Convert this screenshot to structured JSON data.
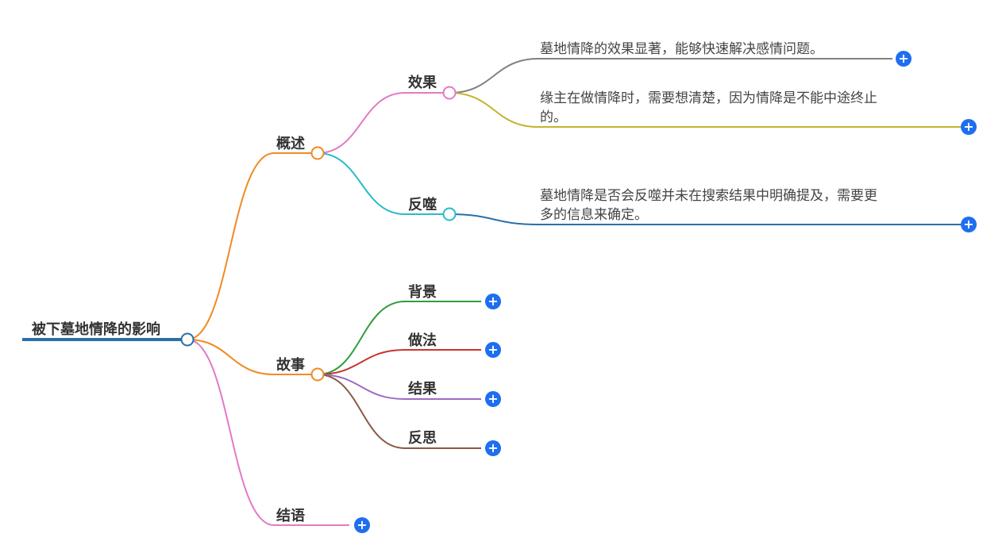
{
  "root": {
    "label": "被下墓地情降的影响"
  },
  "branches": {
    "overview": {
      "label": "概述",
      "children": {
        "effect": {
          "label": "效果",
          "leaves": [
            {
              "line1": "墓地情降的效果显著，能够快速解决感情问题。",
              "line2": ""
            },
            {
              "line1": "缘主在做情降时，需要想清楚，因为情降是不能中途终止",
              "line2": "的。"
            }
          ]
        },
        "backlash": {
          "label": "反噬",
          "leaves": [
            {
              "line1": "墓地情降是否会反噬并未在搜索结果中明确提及，需要更",
              "line2": "多的信息来确定。"
            }
          ]
        }
      }
    },
    "story": {
      "label": "故事",
      "children": [
        {
          "label": "背景"
        },
        {
          "label": "做法"
        },
        {
          "label": "结果"
        },
        {
          "label": "反思"
        }
      ]
    },
    "conclusion": {
      "label": "结语"
    }
  },
  "expand_symbol": "+",
  "colors": {
    "root_line": "#2a6fa8",
    "overview_branch": "#f08a24",
    "story_branch": "#f08a24",
    "conclusion_branch": "#e27ac4",
    "effect_branch": "#e27ac4",
    "backlash_branch": "#27bcc9",
    "leaf_effect_1": "#808080",
    "leaf_effect_2": "#c2b52e",
    "leaf_backlash_1": "#2a6fa8",
    "story_bg": "#2f9e3a",
    "story_method": "#c8352e",
    "story_result": "#9b6bc4",
    "story_reflect": "#8a5a44",
    "expand_button": "#1e6ef0"
  }
}
